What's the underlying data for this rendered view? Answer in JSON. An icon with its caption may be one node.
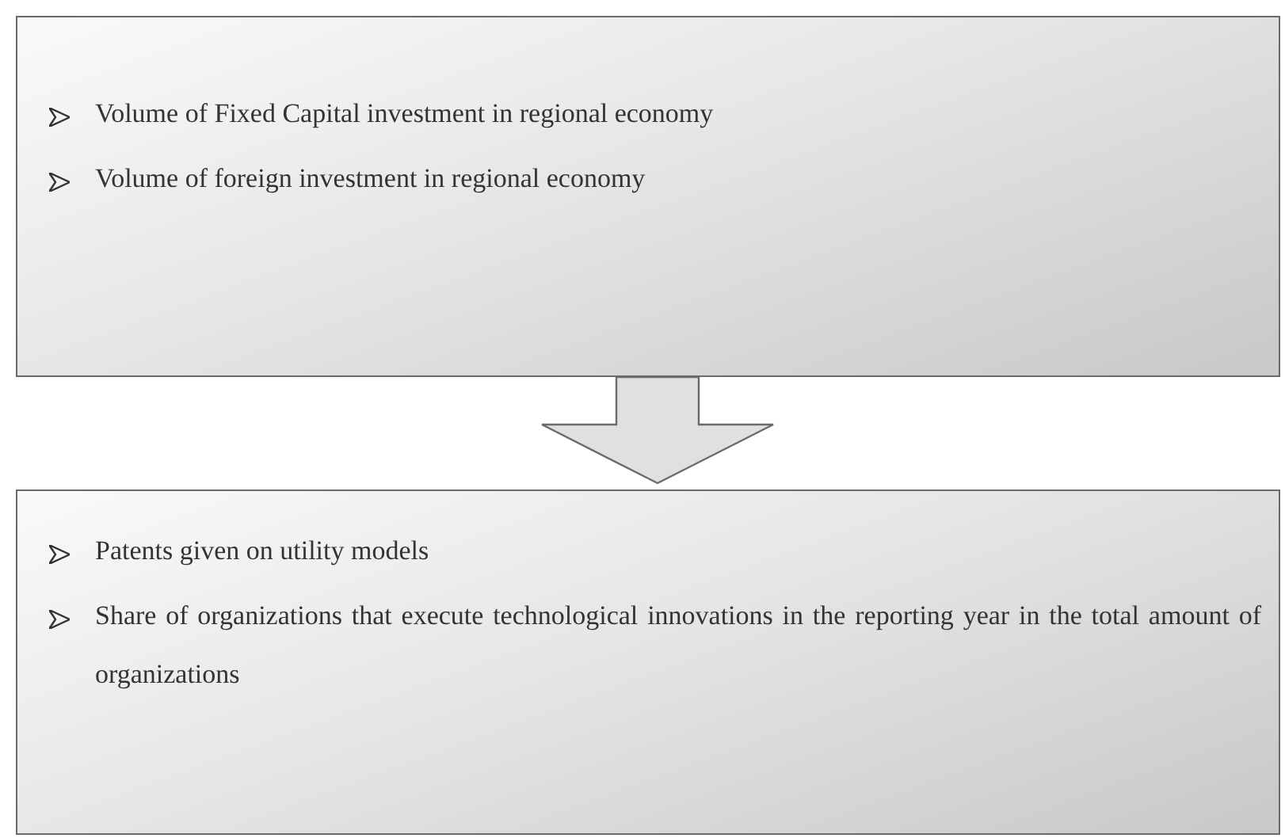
{
  "diagram": {
    "nodes": [
      {
        "text": [
          "Volume of Fixed Capital investment in regional economy",
          "Volume of foreign investment in regional economy"
        ]
      },
      {
        "text": [
          "Patents given on utility models",
          "Share of organizations that execute technological innovations in the reporting year in the total amount of organizations"
        ]
      }
    ],
    "edges": [
      {
        "from": 0,
        "to": 1,
        "arrow": "to"
      }
    ]
  }
}
